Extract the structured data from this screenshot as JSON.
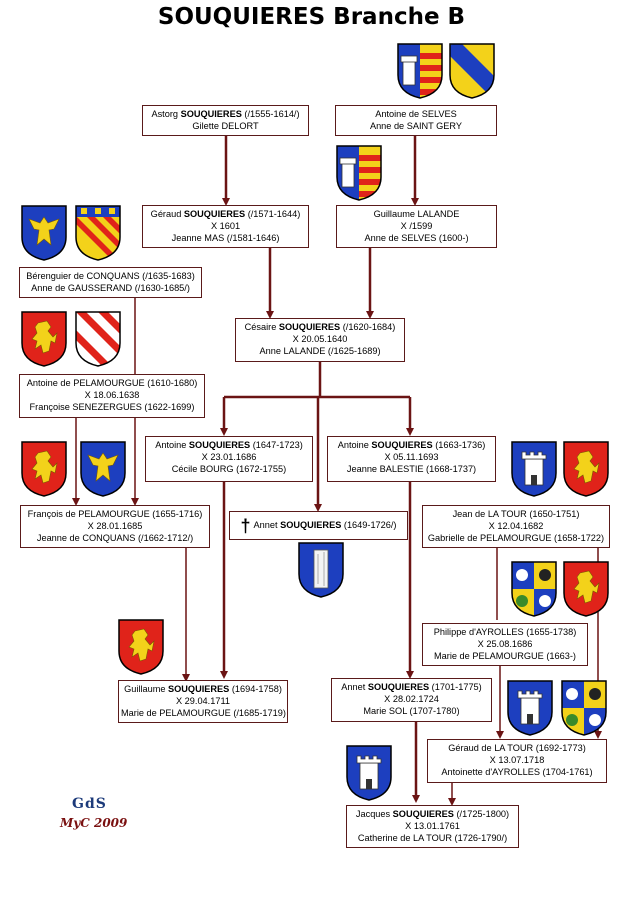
{
  "title": "SOUQUIERES Branche B",
  "people": {
    "astorg": {
      "prefix": "Astorg ",
      "surname": "SOUQUIERES",
      "dates": " (/1555-1614/)",
      "spouse": "Gilette DELORT"
    },
    "selves": {
      "line1": "Antoine de SELVES",
      "line2": "Anne de SAINT GERY"
    },
    "geraud": {
      "prefix": "Géraud ",
      "surname": "SOUQUIERES",
      "dates": " (/1571-1644)",
      "marriage": "X 1601",
      "spouse": "Jeanne MAS (/1581-1646)"
    },
    "lalande": {
      "line1": "Guillaume LALANDE",
      "marriage": "X /1599",
      "spouse": "Anne de SELVES (1600-)"
    },
    "conquans": {
      "line1": "Bérenguier de CONQUANS (/1635-1683)",
      "line2": "Anne de GAUSSERAND (/1630-1685/)"
    },
    "cesaire": {
      "prefix": "Césaire ",
      "surname": "SOUQUIERES",
      "dates": " (/1620-1684)",
      "marriage": "X 20.05.1640",
      "spouse": "Anne LALANDE (/1625-1689)"
    },
    "pelamourgue_a": {
      "line1": "Antoine de PELAMOURGUE (1610-1680)",
      "marriage": "X 18.06.1638",
      "spouse": "Françoise SENEZERGUES (1622-1699)"
    },
    "antoine1647": {
      "prefix": "Antoine ",
      "surname": "SOUQUIERES",
      "dates": " (1647-1723)",
      "marriage": "X 23.01.1686",
      "spouse": "Cécile BOURG (1672-1755)"
    },
    "antoine1663": {
      "prefix": "Antoine ",
      "surname": "SOUQUIERES",
      "dates": " (1663-1736)",
      "marriage": "X 05.11.1693",
      "spouse": "Jeanne BALESTIE (1668-1737)"
    },
    "francois": {
      "line1": "François de PELAMOURGUE (1655-1716)",
      "marriage": "X 28.01.1685",
      "spouse": "Jeanne de CONQUANS (/1662-1712/)"
    },
    "annet1649": {
      "cross": "†",
      "prefix": "Annet ",
      "surname": "SOUQUIERES",
      "dates": " (1649-1726/)"
    },
    "jean_latour": {
      "line1": "Jean de LA TOUR (1650-1751)",
      "marriage": "X 12.04.1682",
      "spouse": "Gabrielle de PELAMOURGUE (1658-1722)"
    },
    "philippe": {
      "line1": "Philippe d'AYROLLES (1655-1738)",
      "marriage": "X 25.08.1686",
      "spouse": "Marie de PELAMOURGUE (1663-)"
    },
    "guillaume": {
      "prefix": "Guillaume ",
      "surname": "SOUQUIERES",
      "dates": " (1694-1758)",
      "marriage": "X 29.04.1711",
      "spouse": "Marie de PELAMOURGUE (/1685-1719)"
    },
    "annet1701": {
      "prefix": "Annet ",
      "surname": "SOUQUIERES",
      "dates": " (1701-1775)",
      "marriage": "X 28.02.1724",
      "spouse": "Marie SOL (1707-1780)"
    },
    "geraud_latour": {
      "line1": "Géraud de LA TOUR (1692-1773)",
      "marriage": "X 13.07.1718",
      "spouse": "Antoinette d'AYROLLES (1704-1761)"
    },
    "jacques": {
      "prefix": "Jacques ",
      "surname": "SOUQUIERES",
      "dates": " (/1725-1800)",
      "marriage": "X 13.01.1761",
      "spouse": "Catherine de LA TOUR (1726-1790/)"
    }
  },
  "colors": {
    "line": "#6b1414",
    "azure": "#1d3fbf",
    "gules": "#e0231a",
    "or": "#f3d21a",
    "argent": "#ffffff"
  },
  "signature": {
    "mark": "GdS",
    "text": "MyC 2009"
  }
}
